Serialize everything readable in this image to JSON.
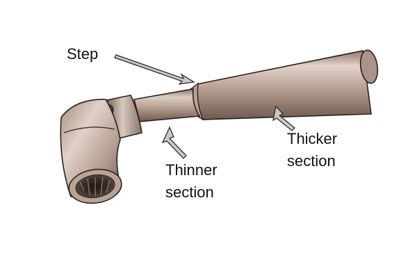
{
  "labels": {
    "step": "Step",
    "thinner": "Thinner\nsection",
    "thicker": "Thicker\nsection"
  },
  "colors": {
    "metal_base": "#b49c8f",
    "metal_light": "#dccdc4",
    "metal_dark": "#6f5a50",
    "outline": "#2b201c",
    "socket_inner": "#3a2f2a",
    "arrow_fill": "#c8c8c8"
  },
  "icons": {
    "tool": "l-handle-socket-wrench",
    "pointer": "outlined-arrow"
  }
}
